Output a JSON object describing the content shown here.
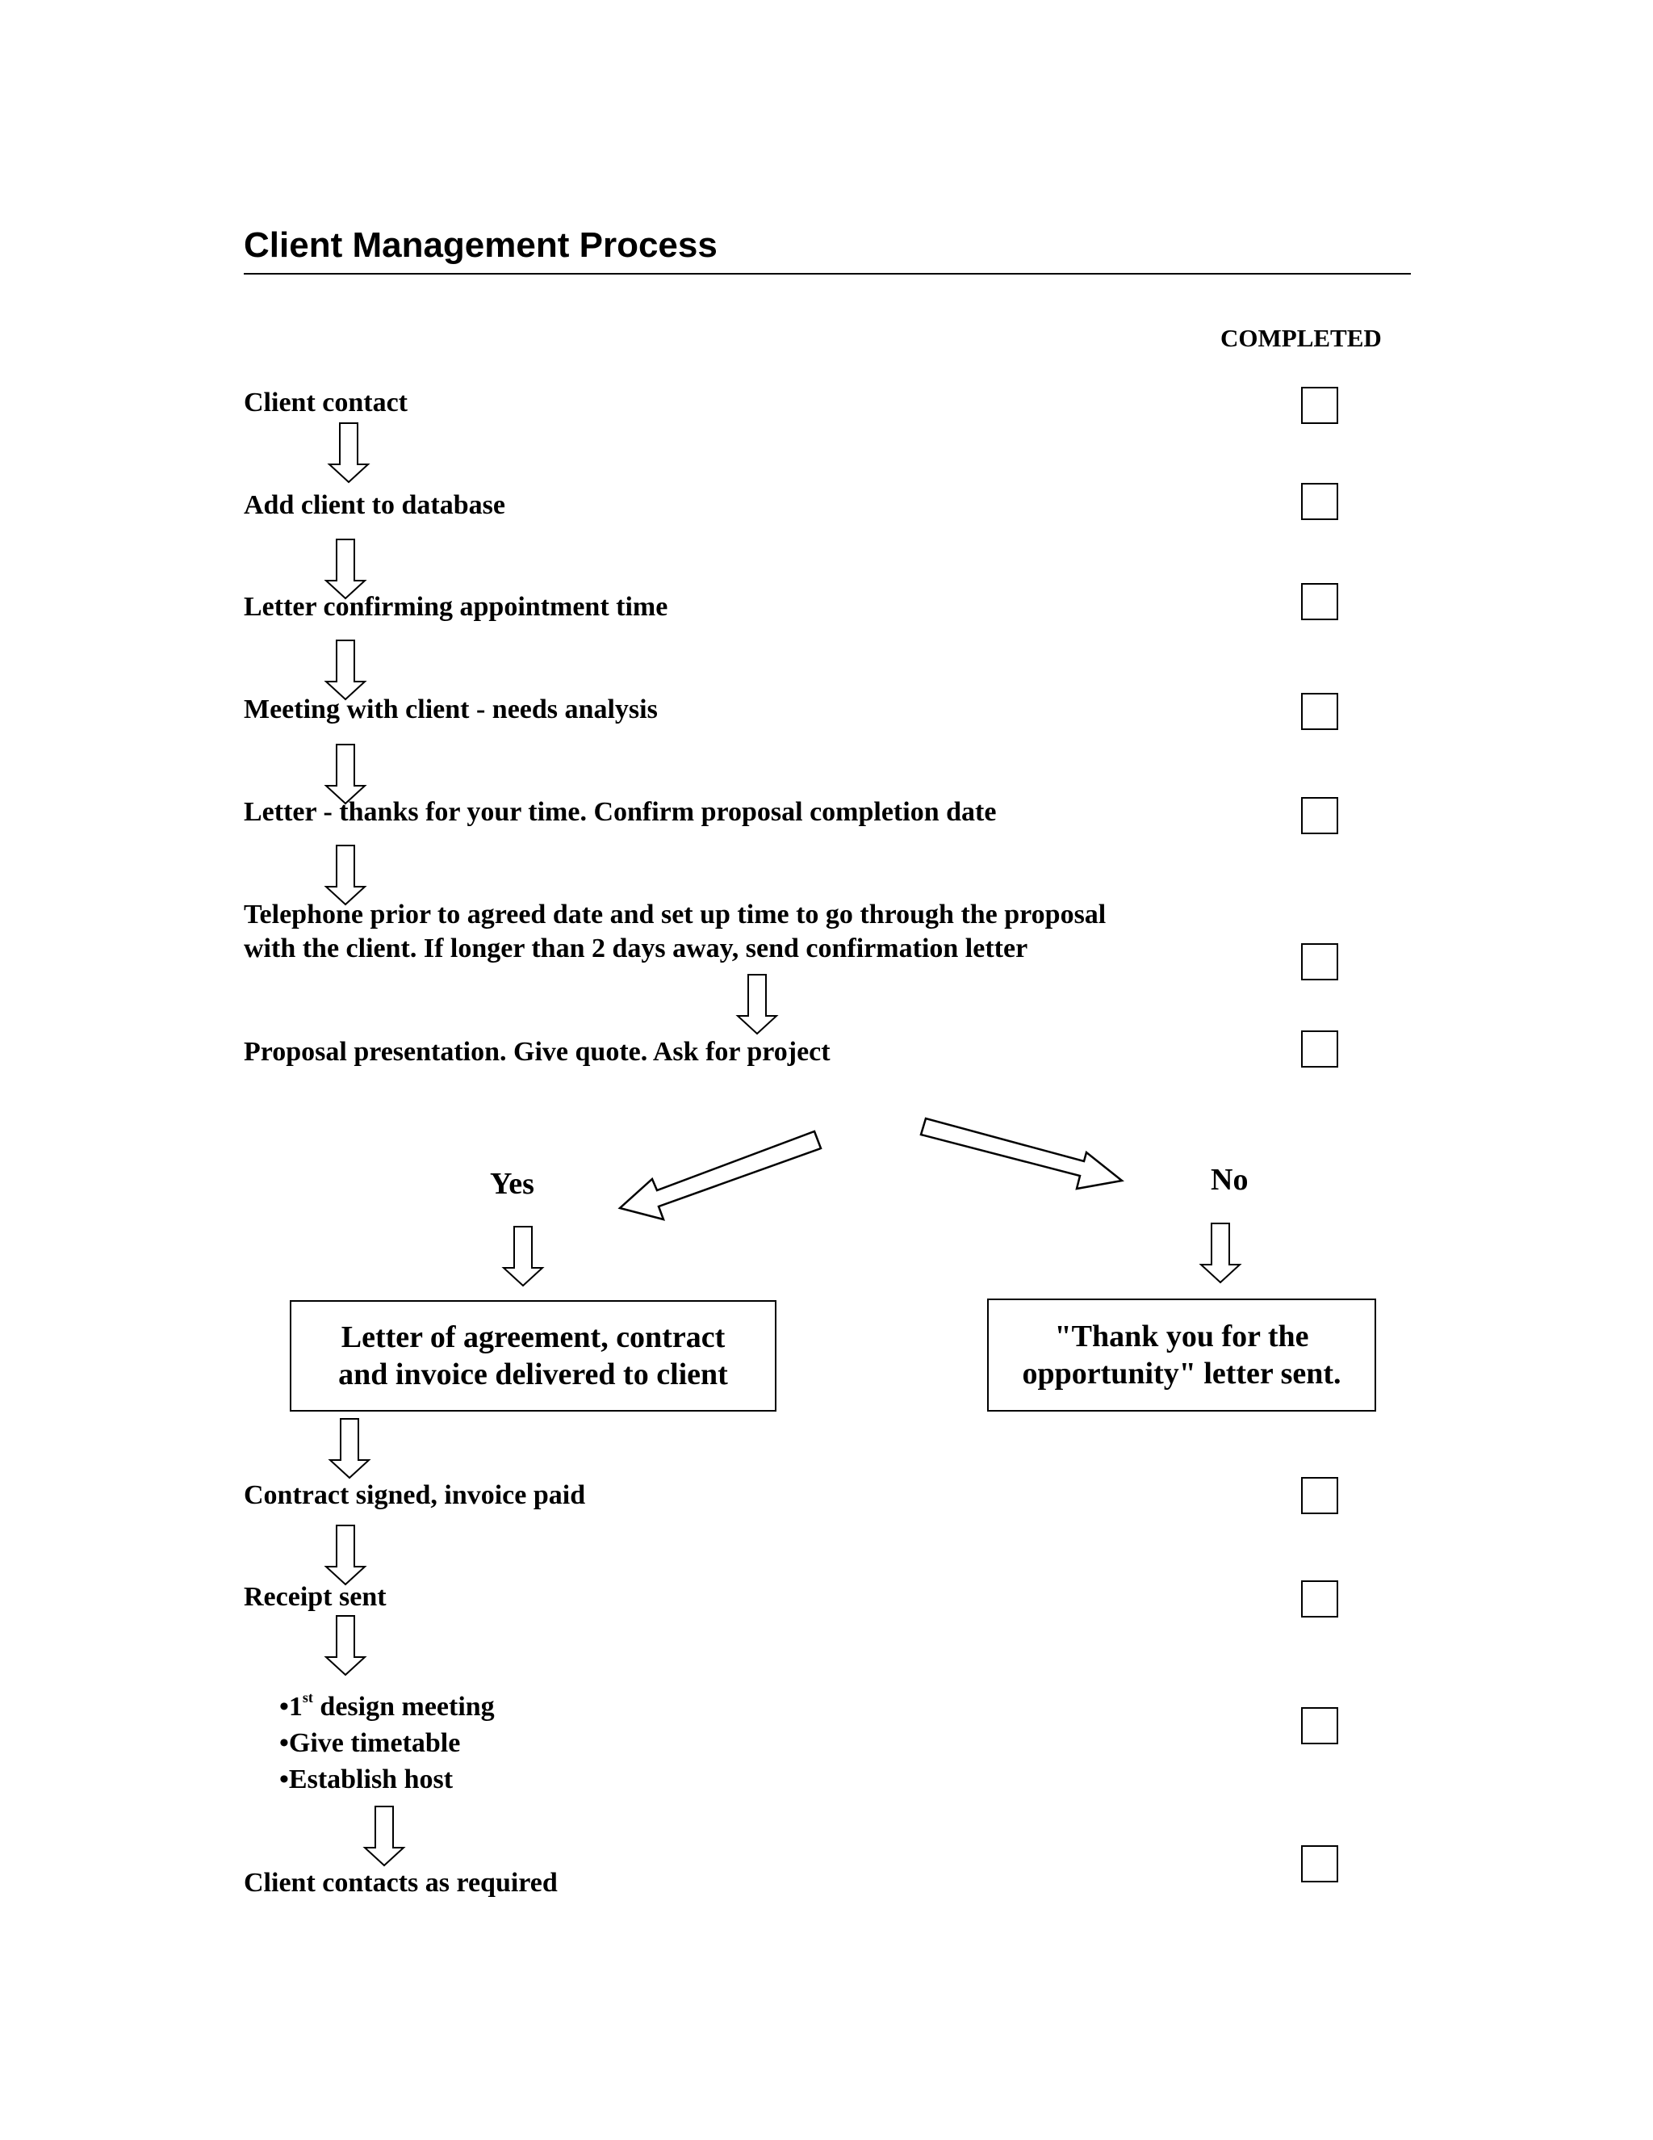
{
  "title": "Client Management Process",
  "completed_header": "COMPLETED",
  "steps": [
    {
      "text": "Client contact"
    },
    {
      "text": "Add client to database"
    },
    {
      "text": "Letter confirming appointment time"
    },
    {
      "text": "Meeting with client - needs analysis"
    },
    {
      "text": "Letter - thanks for your time.  Confirm proposal completion date"
    },
    {
      "line1": "Telephone prior to agreed date and set up time to go through the proposal",
      "line2": "with the client.  If longer than 2 days away, send confirmation letter"
    },
    {
      "text": "Proposal presentation.  Give quote.  Ask for project"
    }
  ],
  "branches": {
    "yes_label": "Yes",
    "no_label": "No",
    "yes_box": {
      "line1": "Letter of agreement, contract",
      "line2": "and invoice delivered to client"
    },
    "no_box": {
      "line1": "\"Thank you for the",
      "line2": "opportunity\" letter sent."
    }
  },
  "after_steps": [
    {
      "text": "Contract signed, invoice paid"
    },
    {
      "text": "Receipt sent"
    }
  ],
  "bullet_list": {
    "bullet": "•",
    "item1_pre": "1",
    "item1_sup": "st",
    "item1_post": " design meeting",
    "item2": "Give timetable",
    "item3": "Establish host"
  },
  "final_step": "Client contacts as required"
}
